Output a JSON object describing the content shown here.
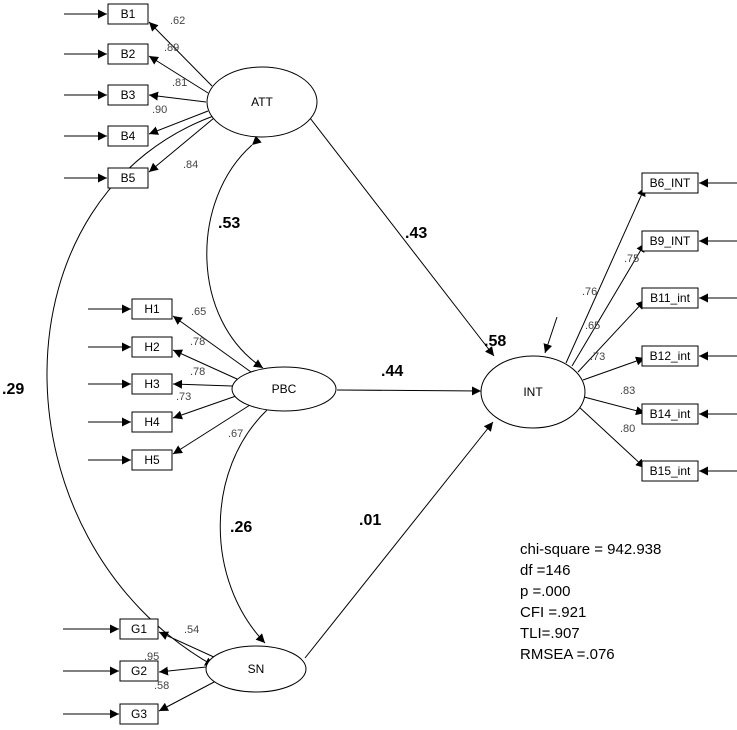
{
  "latent": {
    "att": "ATT",
    "pbc": "PBC",
    "sn": "SN",
    "int": "INT"
  },
  "indicators": {
    "b1": "B1",
    "b2": "B2",
    "b3": "B3",
    "b4": "B4",
    "b5": "B5",
    "h1": "H1",
    "h2": "H2",
    "h3": "H3",
    "h4": "H4",
    "h5": "H5",
    "g1": "G1",
    "g2": "G2",
    "g3": "G3",
    "b6_int": "B6_INT",
    "b9_int": "B9_INT",
    "b11_int": "B11_int",
    "b12_int": "B12_int",
    "b14_int": "B14_int",
    "b15_int": "B15_int"
  },
  "loadings": {
    "b1": ".62",
    "b2": ".89",
    "b3": ".81",
    "b4": ".90",
    "b5": ".84",
    "h1": ".65",
    "h2": ".78",
    "h3": ".78",
    "h4": ".73",
    "h5": ".67",
    "g1": ".54",
    "g2": ".95",
    "g3": ".58",
    "b6_int": ".76",
    "b9_int": ".75",
    "b11_int": ".65",
    "b12_int": ".73",
    "b14_int": ".83",
    "b15_int": ".80"
  },
  "paths": {
    "att_int": ".43",
    "pbc_int": ".44",
    "sn_int": ".01",
    "int_r2": ".58"
  },
  "covariances": {
    "att_pbc": ".53",
    "pbc_sn": ".26",
    "att_sn": ".29"
  },
  "fit": {
    "chi_square": "chi-square = 942.938",
    "df": "df =146",
    "p": "p =.000",
    "cfi": "CFI =.921",
    "tli": "TLI=.907",
    "rmsea": "RMSEA =.076"
  }
}
